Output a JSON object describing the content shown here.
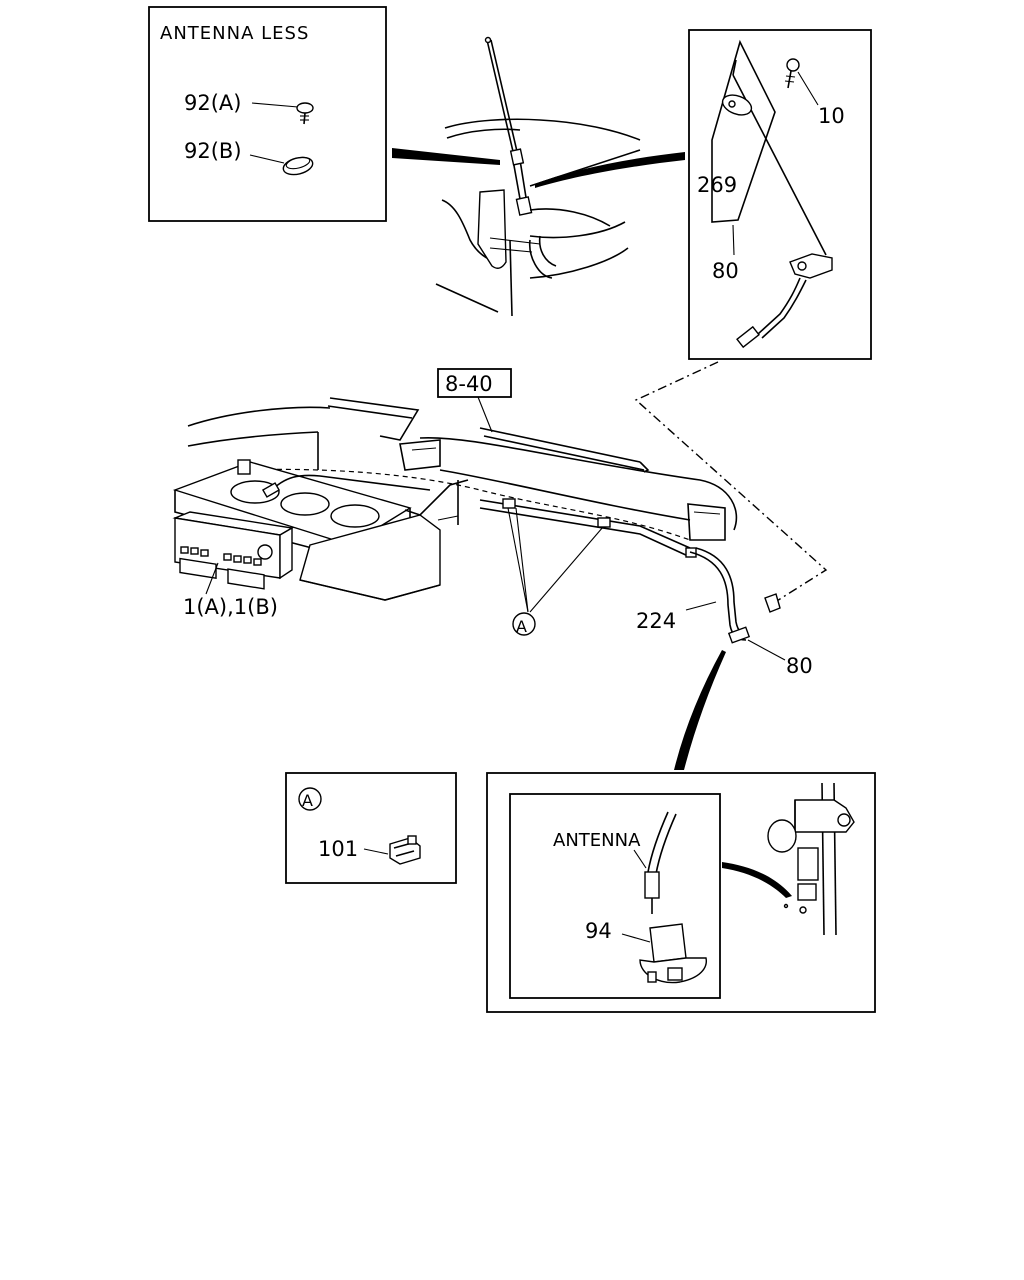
{
  "inset_antenna_less": {
    "title": "ANTENNA LESS",
    "label_92a": "92(A)",
    "label_92b": "92(B)"
  },
  "inset_mount": {
    "label_10": "10",
    "label_269": "269",
    "label_80": "80"
  },
  "main": {
    "ref_box": "8-40",
    "label_radio": "1(A),1(B)",
    "label_clip_marker": "A",
    "label_224": "224",
    "label_80": "80"
  },
  "inset_clip": {
    "marker": "A",
    "label_101": "101"
  },
  "inset_connector": {
    "label_antenna": "ANTENNA",
    "label_94": "94"
  }
}
